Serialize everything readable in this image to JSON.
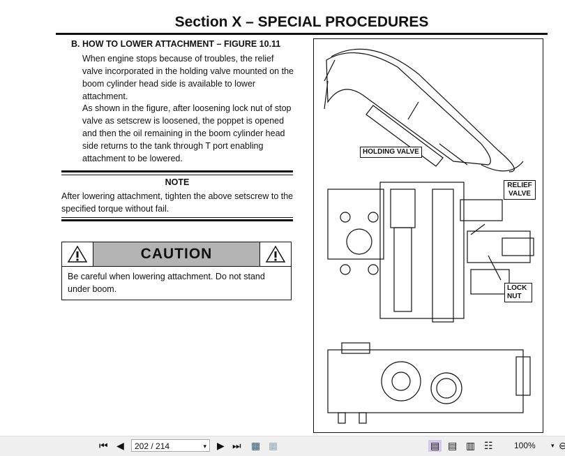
{
  "header": {
    "title": "Section X – SPECIAL PROCEDURES"
  },
  "section": {
    "heading": "B. HOW TO LOWER ATTACHMENT – FIGURE 10.11",
    "paragraph1": "When engine stops because of troubles, the relief valve incorporated in the holding valve mounted on the boom cylinder head side is available to lower attachment.",
    "paragraph2": "As shown in the figure, after loosening lock nut of stop valve as setscrew is loosened, the poppet is opened and then the oil remaining in the boom cylinder head side returns to the tank through T port enabling attachment to be lowered."
  },
  "note": {
    "title": "NOTE",
    "body": "After lowering attachment, tighten the above setscrew to the specified torque without fail."
  },
  "caution": {
    "title": "CAUTION",
    "body": "Be careful when lowering attachment. Do not stand under boom."
  },
  "figure": {
    "labels": {
      "holding_valve": "HOLDING VALVE",
      "relief_valve": "RELIEF VALVE",
      "lock_nut": "LOCK NUT"
    }
  },
  "toolbar": {
    "page": "202 / 214",
    "zoom": "100%"
  }
}
